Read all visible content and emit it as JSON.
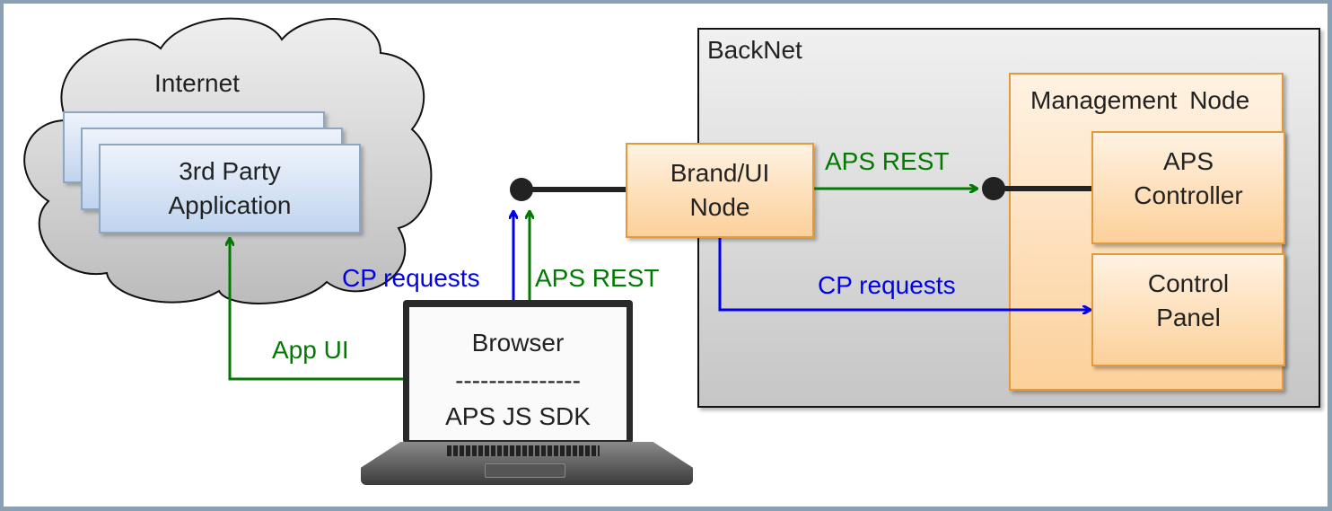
{
  "diagram": {
    "internet": {
      "label": "Internet",
      "app_box": {
        "line1": "3rd Party",
        "line2": "Application"
      }
    },
    "backnet": {
      "label": "BackNet",
      "brand_node": {
        "line1": "Brand/UI",
        "line2": "Node"
      },
      "management_node": {
        "label": "Management Node",
        "aps_controller": {
          "line1": "APS",
          "line2": "Controller"
        },
        "control_panel": {
          "line1": "Control",
          "line2": "Panel"
        }
      }
    },
    "laptop": {
      "line1": "Browser",
      "separator": "---------------",
      "line2": "APS JS SDK"
    },
    "edges": {
      "app_ui": "App UI",
      "browser_cp_requests": "CP requests",
      "browser_aps_rest": "APS REST",
      "brand_aps_rest": "APS REST",
      "brand_cp_requests": "CP requests"
    },
    "colors": {
      "aps_rest": "#007a00",
      "cp_requests": "#0000ee",
      "node_fill": "#fcd09a",
      "node_border": "#e49a3a",
      "app_fill": "#c0d4ee"
    }
  }
}
